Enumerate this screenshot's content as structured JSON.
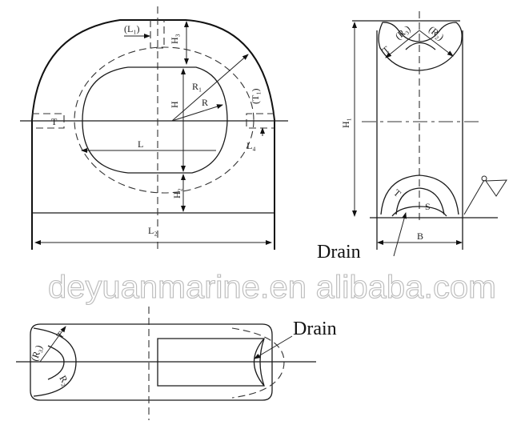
{
  "front_view": {
    "labels": {
      "l1": "(L₁)",
      "h3": "H₃",
      "r1": "R₁",
      "r": "R",
      "h": "H",
      "t1": "(T₁)",
      "t": "T",
      "l": "L",
      "l4": "L₄",
      "h2": "H₂",
      "l2": "L₂"
    }
  },
  "side_view": {
    "labels": {
      "r3": "(R₃)",
      "r2": "(R₂)",
      "t_top": "T",
      "h1": "H₁",
      "t_bottom": "T",
      "s": "S",
      "b": "B",
      "drain": "Drain"
    }
  },
  "plan_view": {
    "labels": {
      "t": "T",
      "r3": "(R₃)",
      "r2": "R₂",
      "drain": "Drain"
    }
  },
  "watermark": "deyuanmarine.en alibaba.com"
}
